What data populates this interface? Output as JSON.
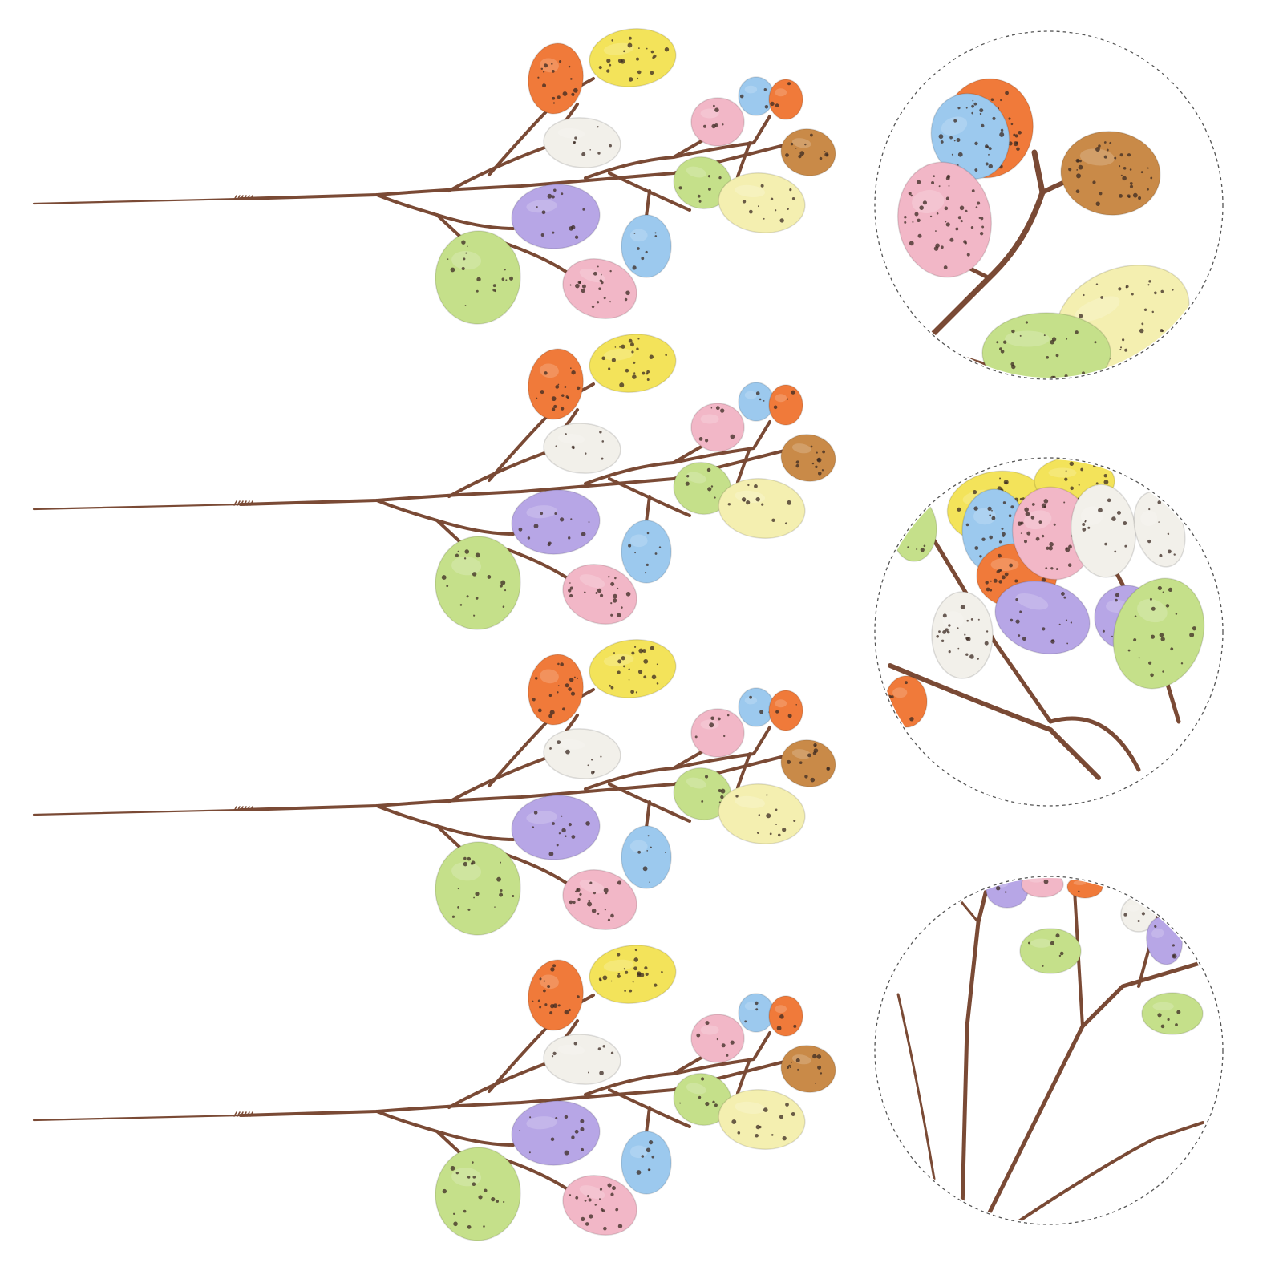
{
  "product": {
    "subject": "easter-egg-picks",
    "stem_count": 4,
    "detail_views": 3
  },
  "palette": {
    "stem": "#7a4a35",
    "orange": "#f07a3a",
    "yellow": "#f3e35a",
    "white": "#f2f0ea",
    "pink": "#f2b7c7",
    "blue": "#9cc9ee",
    "lavender": "#b7a6e6",
    "green": "#c5e08a",
    "pale_yellow": "#f4efb0",
    "tan": "#c98a48",
    "background": "#ffffff"
  },
  "egg_sequence": [
    "orange",
    "yellow",
    "white",
    "pink",
    "blue",
    "orange",
    "tan",
    "green",
    "pale_yellow",
    "lavender",
    "blue",
    "green",
    "pink"
  ]
}
